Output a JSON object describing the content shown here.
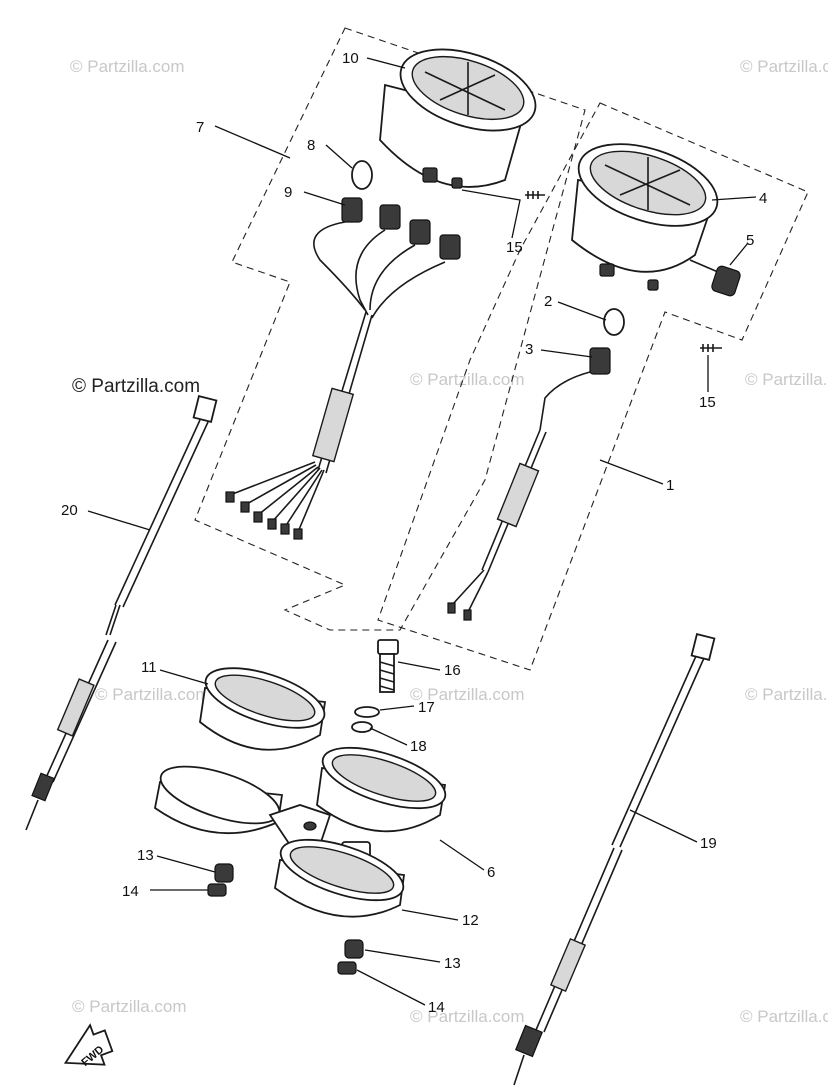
{
  "watermark": {
    "text": "© Partzilla.com",
    "prominent_text": "© Partzilla.com"
  },
  "fwd_label": "FWD",
  "callouts": {
    "c1": "1",
    "c2": "2",
    "c3": "3",
    "c4": "4",
    "c5": "5",
    "c6": "6",
    "c7": "7",
    "c8": "8",
    "c9": "9",
    "c10": "10",
    "c11": "11",
    "c12": "12",
    "c13a": "13",
    "c13b": "13",
    "c14a": "14",
    "c14b": "14",
    "c15a": "15",
    "c15b": "15",
    "c16": "16",
    "c17": "17",
    "c18": "18",
    "c19": "19",
    "c20": "20"
  }
}
